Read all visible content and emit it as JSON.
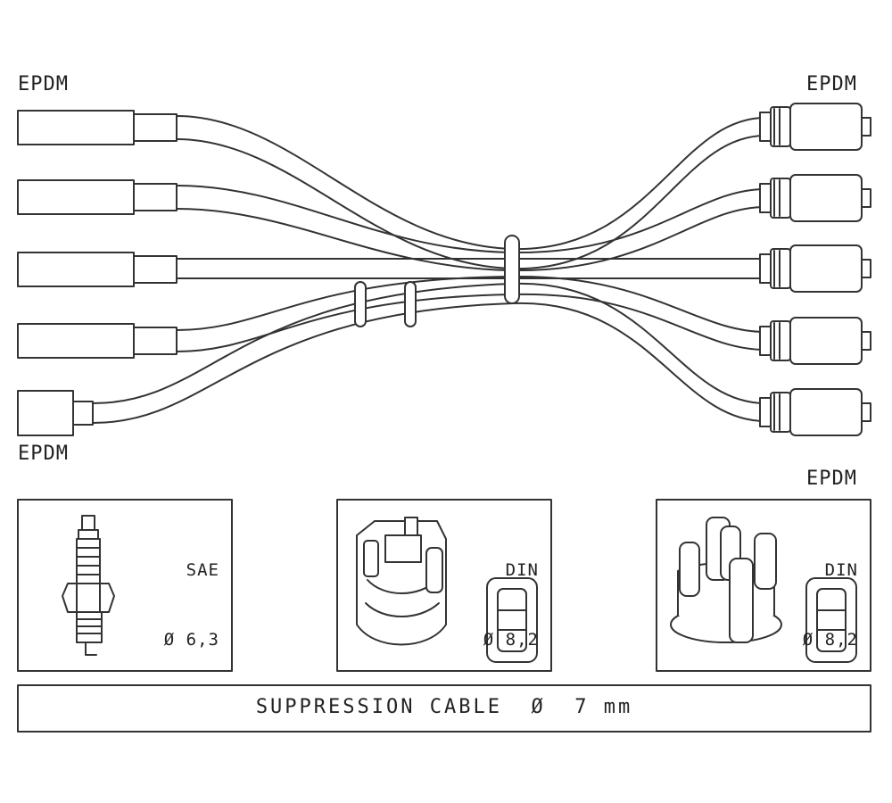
{
  "labels": {
    "top_left": "EPDM",
    "top_right": "EPDM",
    "bottom_left": "EPDM",
    "mid_right": "EPDM"
  },
  "panels": [
    {
      "standard": "SAE",
      "diameter": "Ø 6,3"
    },
    {
      "standard": "DIN",
      "diameter": "Ø 8,2"
    },
    {
      "standard": "DIN",
      "diameter": "Ø 8,2"
    }
  ],
  "footer": {
    "text": "SUPPRESSION CABLE  Ø  7 mm"
  }
}
